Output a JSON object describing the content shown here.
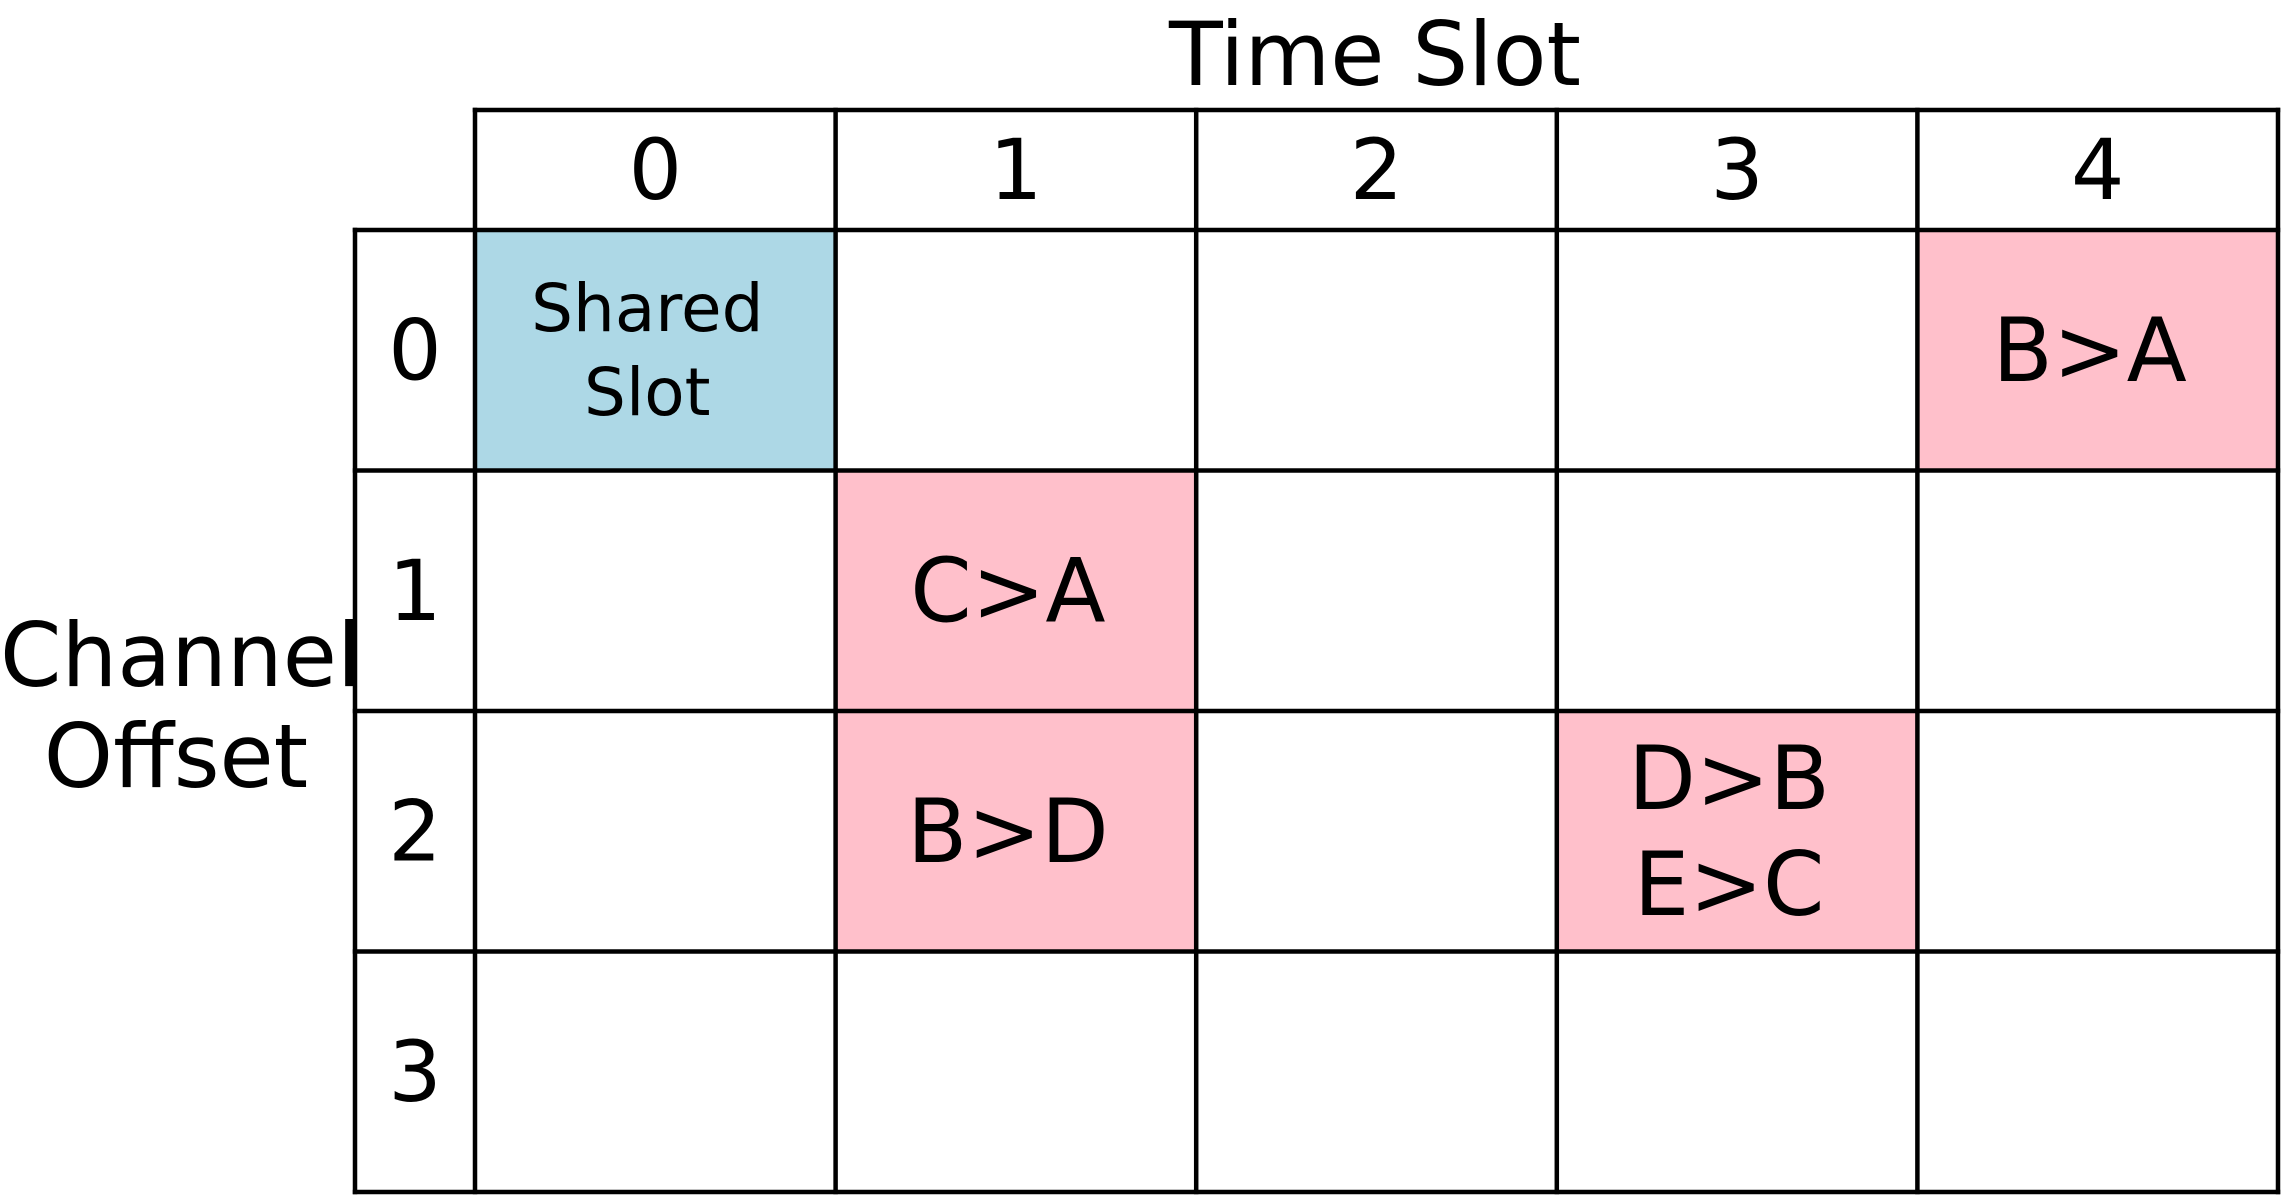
{
  "x_axis_title": "Time Slot",
  "y_axis_title": [
    "Channel",
    "Offset"
  ],
  "time_slots": [
    "0",
    "1",
    "2",
    "3",
    "4"
  ],
  "channel_offsets": [
    "0",
    "1",
    "2",
    "3"
  ],
  "colors": {
    "shared": "#add8e6",
    "dedicated": "#ffc0cb",
    "grid": "#000000"
  },
  "cells": [
    {
      "slot": 0,
      "channel": 0,
      "kind": "shared",
      "lines": [
        "Shared",
        "Slot"
      ]
    },
    {
      "slot": 4,
      "channel": 0,
      "kind": "dedicated",
      "lines": [
        "B>A"
      ]
    },
    {
      "slot": 1,
      "channel": 1,
      "kind": "dedicated",
      "lines": [
        "C>A"
      ]
    },
    {
      "slot": 1,
      "channel": 2,
      "kind": "dedicated",
      "lines": [
        "B>D"
      ]
    },
    {
      "slot": 3,
      "channel": 2,
      "kind": "dedicated",
      "lines": [
        "D>B",
        "E>C"
      ]
    }
  ]
}
